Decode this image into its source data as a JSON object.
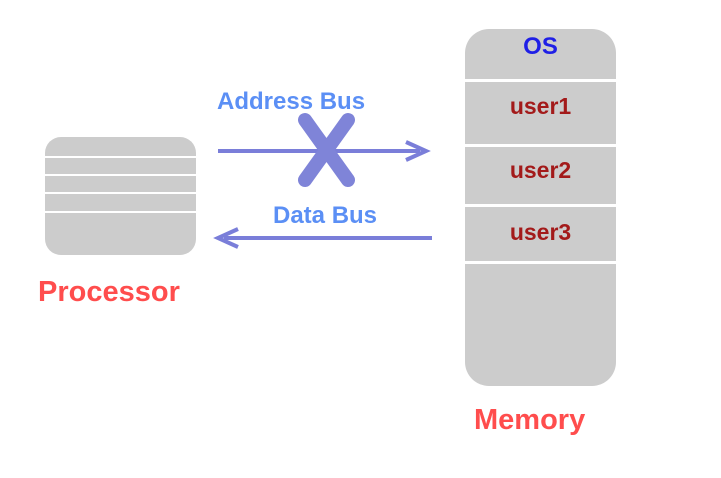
{
  "processor": {
    "label": "Processor"
  },
  "buses": {
    "address_label": "Address Bus",
    "data_label": "Data Bus",
    "address_blocked": true
  },
  "memory": {
    "label": "Memory",
    "os_label": "OS",
    "segments": [
      "user1",
      "user2",
      "user3"
    ]
  },
  "colors": {
    "block_fill": "#cccccc",
    "title_red": "#ff4d4d",
    "bus_blue": "#5b8ff5",
    "arrow_blue": "#7a7ed9",
    "cross_blue": "#7f84d8",
    "os_blue": "#1f1fe6",
    "user_red": "#a31a1a"
  }
}
